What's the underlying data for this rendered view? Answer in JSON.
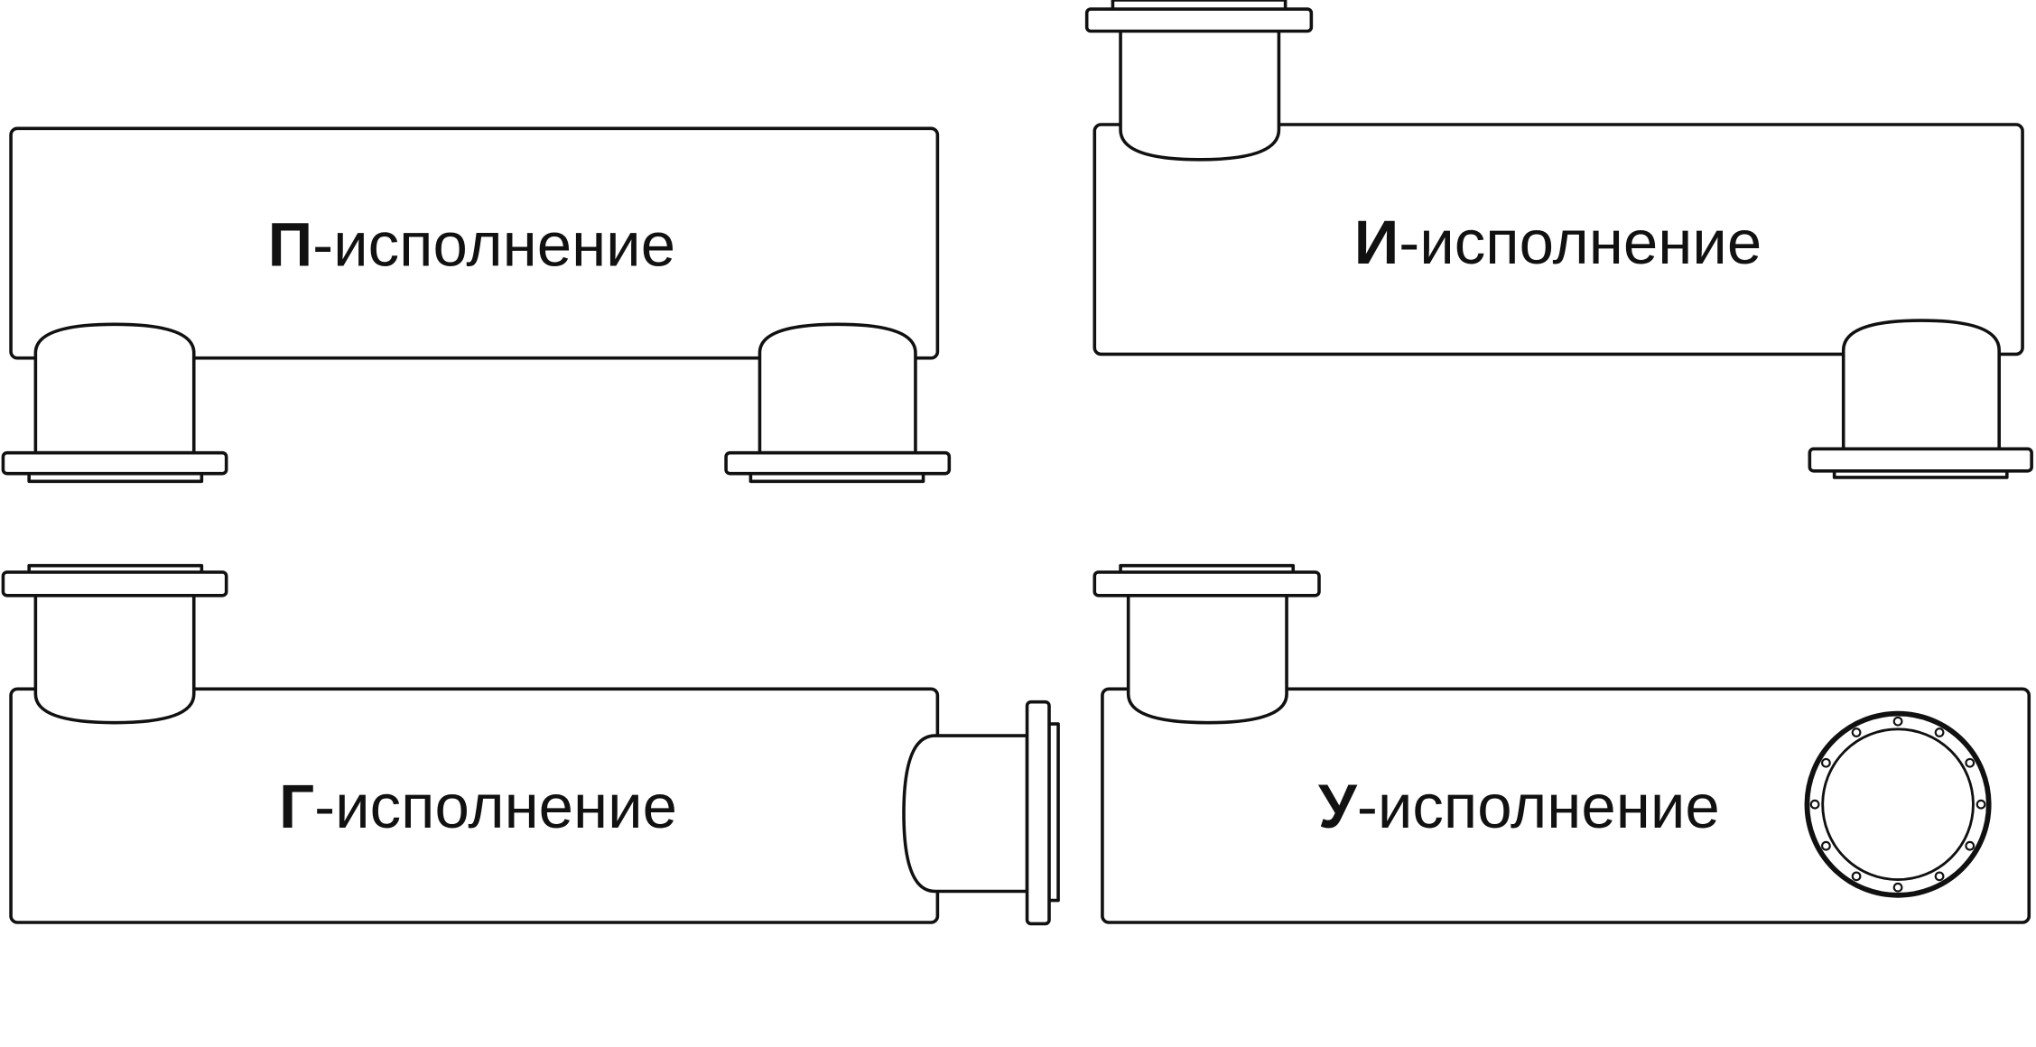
{
  "variants": [
    {
      "letter": "П",
      "suffix": "-исполнение"
    },
    {
      "letter": "И",
      "suffix": "-исполнение"
    },
    {
      "letter": "Г",
      "suffix": "-исполнение"
    },
    {
      "letter": "У",
      "suffix": "-исполнение"
    }
  ],
  "colors": {
    "line": "#111111",
    "background": "#ffffff"
  },
  "flange_bolt_count": 12
}
